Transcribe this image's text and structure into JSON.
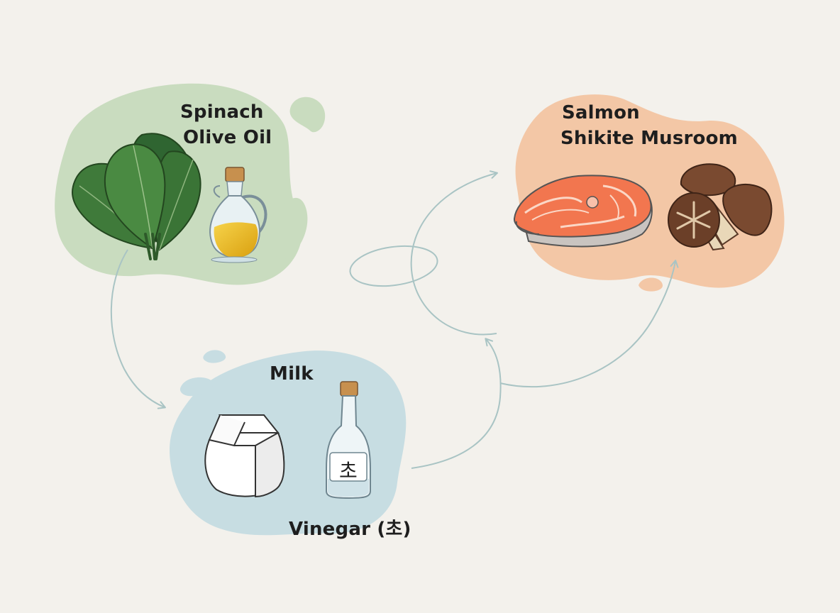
{
  "groups": {
    "green": {
      "label_1": "Spinach",
      "label_2": "Olive Oil",
      "color": "#c9dcbf"
    },
    "orange": {
      "label_1": "Salmon",
      "label_2": "Shikite Musroom",
      "color": "#f3c7a6"
    },
    "blue": {
      "label_1": "Milk",
      "label_2": "Vinegar (초)",
      "color": "#c7dde2"
    }
  },
  "vinegar_bottle_label": "초",
  "colors": {
    "background": "#f3f1ec",
    "arrow": "#a9c4c4",
    "leaf": "#3f7a3a",
    "oil": "#e2b417",
    "salmon": "#f2764f",
    "mushroom": "#7a4a30"
  }
}
